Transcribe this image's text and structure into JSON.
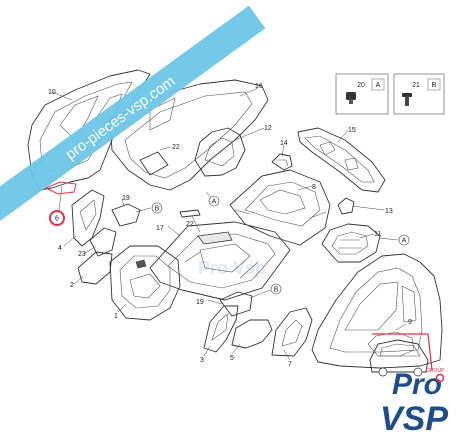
{
  "watermark": {
    "banner_text": "pro-pieces-vsp.com",
    "banner_color": "#6cc6e6",
    "center_watermark": "Pro Vsp"
  },
  "legend": {
    "boxes": [
      {
        "number": "20",
        "letter": "A"
      },
      {
        "number": "21",
        "letter": "B"
      }
    ]
  },
  "callouts": {
    "c1": "1",
    "c2": "2",
    "c3": "3",
    "c4": "4",
    "c5": "5",
    "c6": "6",
    "c7": "7",
    "c8": "8",
    "c9": "9",
    "c10": "10",
    "c11": "11",
    "c12": "12",
    "c13": "13",
    "c14": "14",
    "c15": "15",
    "c16": "16",
    "c17": "17",
    "c19a": "19",
    "c19b": "19",
    "c22a": "22",
    "c22b": "22",
    "c23": "23"
  },
  "ref_markers": {
    "b1": "B",
    "b2": "B",
    "a1": "A",
    "a2": "A"
  },
  "logo": {
    "line1": "Pro",
    "line2": "VSP",
    "tag": "GROUP",
    "primary_color": "#1e4d8c",
    "accent_color": "#e0304a"
  },
  "highlight_color": "#e0304a"
}
